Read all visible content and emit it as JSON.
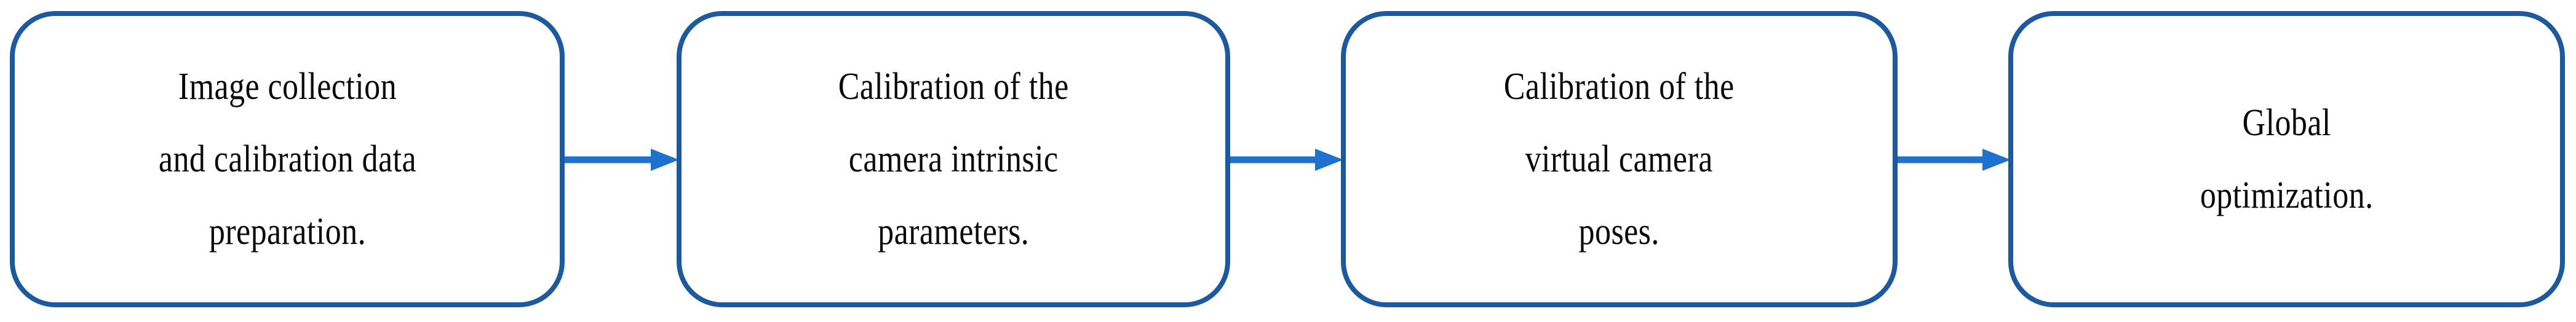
{
  "diagram": {
    "type": "flowchart",
    "orientation": "left-to-right",
    "title": "",
    "colors": {
      "node_border": "#1b5aa0",
      "node_fill": "#ffffff",
      "arrow": "#1c72ce",
      "text": "#0a0a0a",
      "background": "#ffffff"
    },
    "nodes": [
      {
        "id": "step-1",
        "label": "Image collection\nand calibration data\npreparation.",
        "shape": "rounded-rectangle"
      },
      {
        "id": "step-2",
        "label": "Calibration of the\ncamera intrinsic\nparameters.",
        "shape": "rounded-rectangle"
      },
      {
        "id": "step-3",
        "label": "Calibration of the\nvirtual camera\nposes.",
        "shape": "rounded-rectangle"
      },
      {
        "id": "step-4",
        "label": "Global\noptimization.",
        "shape": "rounded-rectangle"
      }
    ],
    "edges": [
      {
        "id": "edge-1",
        "from": "step-1",
        "to": "step-2",
        "label": "",
        "style": "solid-arrow"
      },
      {
        "id": "edge-2",
        "from": "step-2",
        "to": "step-3",
        "label": "",
        "style": "solid-arrow"
      },
      {
        "id": "edge-3",
        "from": "step-3",
        "to": "step-4",
        "label": "",
        "style": "solid-arrow"
      }
    ]
  }
}
